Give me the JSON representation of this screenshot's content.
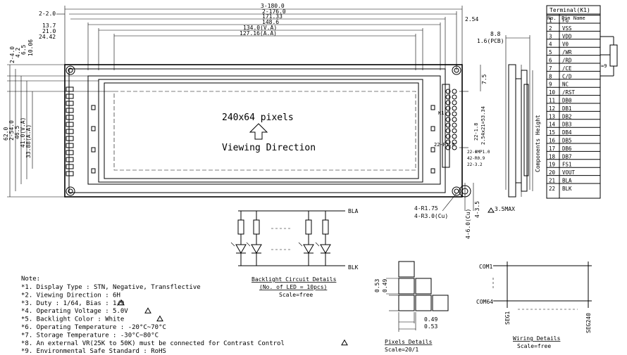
{
  "top_dims": {
    "d1": "3-180.0",
    "d2": "2-176.0",
    "d3": "171.33",
    "d4": "148.6",
    "d5": "134.0(V.A)",
    "d6": "127.16(A.A)",
    "l1": "2-2.0",
    "l2": "13.7",
    "l3": "21.0",
    "l4": "24.42",
    "r1": "2.54"
  },
  "left_dims": {
    "v1": "2-4.0",
    "v2": "4.2",
    "v3": "6.5",
    "v4": "10.06",
    "h1": "62.0",
    "h2": "2-54.0",
    "h3": "46.5",
    "h4": "41.0(V.A)",
    "h5": "33.88(A.A)"
  },
  "center_text": {
    "pixels": "240x64 pixels",
    "viewing": "Viewing Direction"
  },
  "right_panel": {
    "k1": "K1",
    "d_22x18": "22-1.8",
    "d_254": "2.54x21=53.34",
    "d_22p1": "22-P1.0",
    "note_a": "22-ΦMP1.0",
    "note_b": "42-R0.9",
    "note_c": "22-3.2",
    "d_75": "7.5",
    "d_88": "8.8",
    "d_16pcb": "1.6(PCB)",
    "comp": "Components Height",
    "r175": "4-R1.75",
    "r30": "4-R3.0(Cu)",
    "d60": "4-6.0(Cu)",
    "d35": "4-3.5",
    "max": "3.5MAX"
  },
  "terminal": {
    "title": "Terminal(K1)",
    "col_no": "No.",
    "col_name": "Pin Name",
    "rows": [
      [
        "1",
        "FG"
      ],
      [
        "2",
        "VSS"
      ],
      [
        "3",
        "VDD"
      ],
      [
        "4",
        "V0"
      ],
      [
        "5",
        "/WR"
      ],
      [
        "6",
        "/RD"
      ],
      [
        "7",
        "/CE"
      ],
      [
        "8",
        "C/D"
      ],
      [
        "9",
        "NC"
      ],
      [
        "10",
        "/RST"
      ],
      [
        "11",
        "DB0"
      ],
      [
        "12",
        "DB1"
      ],
      [
        "13",
        "DB2"
      ],
      [
        "14",
        "DB3"
      ],
      [
        "15",
        "DB4"
      ],
      [
        "16",
        "DB5"
      ],
      [
        "17",
        "DB6"
      ],
      [
        "18",
        "DB7"
      ],
      [
        "19",
        "FS1"
      ],
      [
        "20",
        "VOUT"
      ],
      [
        "21",
        "BLA"
      ],
      [
        "22",
        "BLK"
      ]
    ],
    "vr": "≈9"
  },
  "backlight": {
    "bla": "BLA",
    "blk": "BLK",
    "title": "Backlight Circuit Details",
    "sub": "(No. of LED = 10pcs)",
    "scale": "Scale=free"
  },
  "pixels_detail": {
    "v1": "0.53",
    "v2": "0.49",
    "h1": "0.49",
    "h2": "0.53",
    "title": "Pixels Details",
    "scale": "Scale=20/1"
  },
  "wiring": {
    "com1": "COM1",
    "com64": "COM64",
    "seg1": "SEG1",
    "seg240": "SEG240",
    "title": "Wiring Details",
    "scale": "Scale=free"
  },
  "notes": {
    "title": "Note:",
    "items": [
      "*1. Display Type : STN, Negative, Transflective",
      "*2. Viewing Direction : 6H",
      "*3. Duty : 1/64, Bias : 1/9",
      "*4. Operating Voltage : 5.0V",
      "*5. Backlight Color : White",
      "*6. Operating Temperature : -20°C~70°C",
      "*7. Storage Temperature : -30°C~80°C",
      "*8. An external VR(25K to 50K) must be connected for Contrast Control",
      "*9. Environmental Safe Standard : RoHS"
    ]
  }
}
